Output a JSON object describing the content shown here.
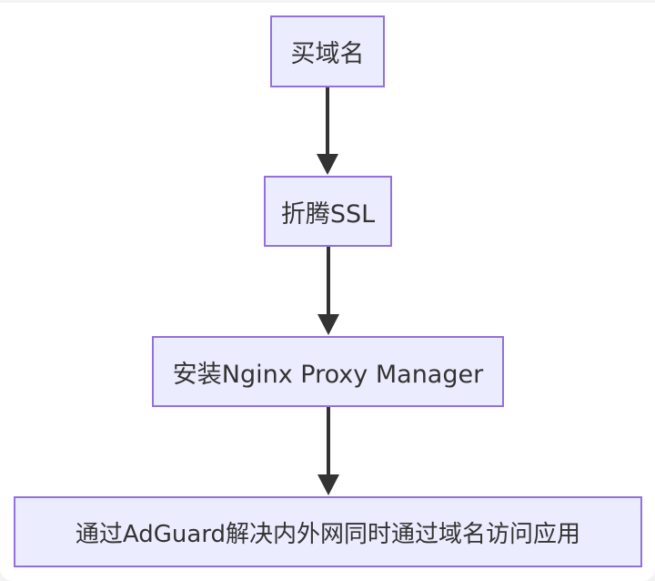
{
  "diagram": {
    "type": "flowchart",
    "direction": "top-to-bottom",
    "colors": {
      "node_fill": "#ececff",
      "node_border": "#9370db",
      "text": "#333333",
      "edge": "#333333",
      "background": "#ffffff"
    },
    "nodes": [
      {
        "id": "n1",
        "label": "买域名"
      },
      {
        "id": "n2",
        "label": "折腾SSL"
      },
      {
        "id": "n3",
        "label": "安装Nginx Proxy Manager"
      },
      {
        "id": "n4",
        "label": "通过AdGuard解决内外网同时通过域名访问应用"
      }
    ],
    "edges": [
      {
        "from": "n1",
        "to": "n2"
      },
      {
        "from": "n2",
        "to": "n3"
      },
      {
        "from": "n3",
        "to": "n4"
      }
    ]
  }
}
